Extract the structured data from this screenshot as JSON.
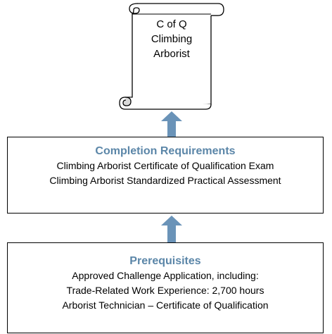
{
  "certificate": {
    "lines": [
      "C of Q",
      "Climbing",
      "Arborist"
    ]
  },
  "completion": {
    "title": "Completion Requirements",
    "lines": [
      "Climbing Arborist Certificate of Qualification Exam",
      "Climbing Arborist Standardized Practical Assessment"
    ]
  },
  "prerequisites": {
    "title": "Prerequisites",
    "lines": [
      "Approved Challenge Application, including:",
      "Trade-Related Work Experience: 2,700 hours",
      "Arborist Technician – Certificate of Qualification"
    ]
  },
  "colors": {
    "title": "#5B86A8",
    "arrow": "#6A93B8",
    "border": "#000000"
  }
}
